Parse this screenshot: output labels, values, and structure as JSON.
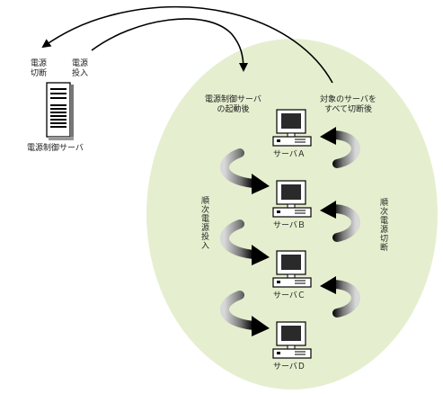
{
  "control_server": {
    "label": "電源制御サーバ",
    "power_off_label": "電源\n切断",
    "power_on_label": "電源\n投入"
  },
  "annotations": {
    "after_boot": "電源制御サーバ\nの起動後",
    "after_shutdown": "対象のサーバを\nすべて切断後",
    "sequential_on": "順次電源投入",
    "sequential_off": "順次電源切断"
  },
  "servers": [
    {
      "label": "サーバＡ"
    },
    {
      "label": "サーバＢ"
    },
    {
      "label": "サーバＣ"
    },
    {
      "label": "サーバＤ"
    }
  ],
  "colors": {
    "zone_fill": "#e5efcf",
    "arrow_dark": "#111111",
    "arrow_light": "#d4d4d4"
  }
}
